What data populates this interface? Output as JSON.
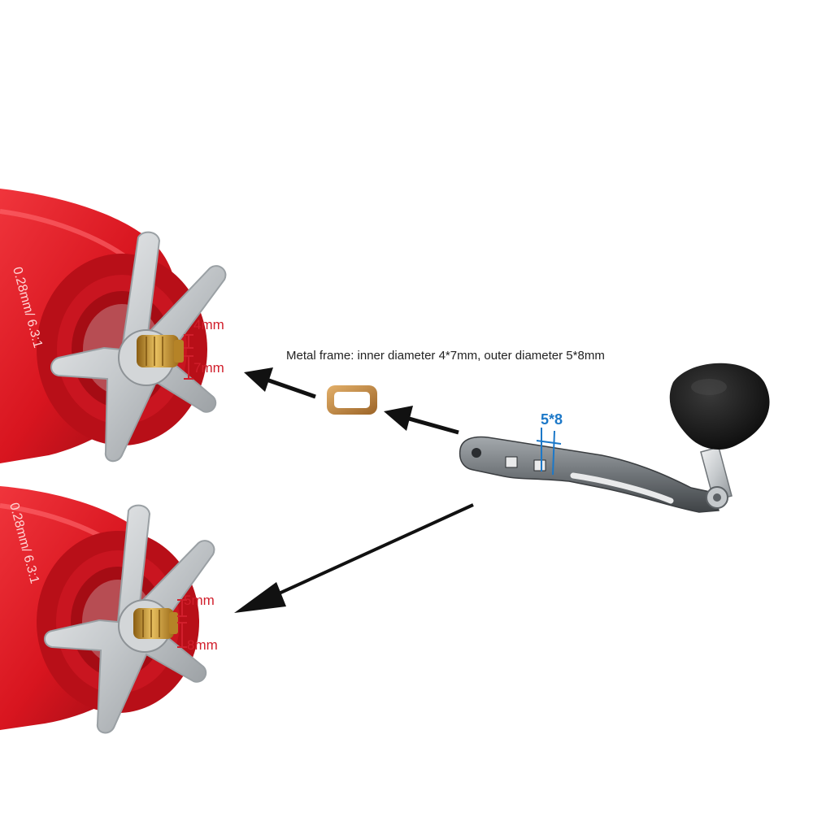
{
  "caption": "Metal frame: inner diameter 4*7mm, outer diameter 5*8mm",
  "upper_reel": {
    "dim_inner": "4mm",
    "dim_outer": "7mm"
  },
  "lower_reel": {
    "dim_inner": "5mm",
    "dim_outer": "8mm"
  },
  "handle": {
    "dim_label": "5*8"
  },
  "reel_side_text": "0.28mm/ 6.3:1",
  "colors": {
    "reel_red": "#d8151f",
    "dimension_red": "#d11f2c",
    "dimension_blue": "#1c78c8",
    "brass": "#c9972f",
    "handle_grey": "#6f7478",
    "knob_black": "#151515",
    "arrow_black": "#111111"
  }
}
